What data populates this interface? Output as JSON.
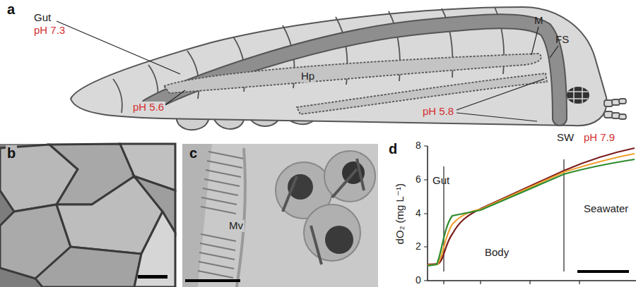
{
  "diagram": {
    "labels": [
      "a",
      "Gut",
      "pH 7.3",
      "M",
      "FS",
      "Hp",
      "pH 5.6",
      "pH 5.8",
      "SW",
      "pH 7.9",
      "b",
      "c",
      "Mv",
      "d",
      "dO₂ (mg L⁻¹)",
      "8",
      "6",
      "4",
      "2",
      "0",
      "Gut",
      "Body",
      "Seawater"
    ]
  }
}
